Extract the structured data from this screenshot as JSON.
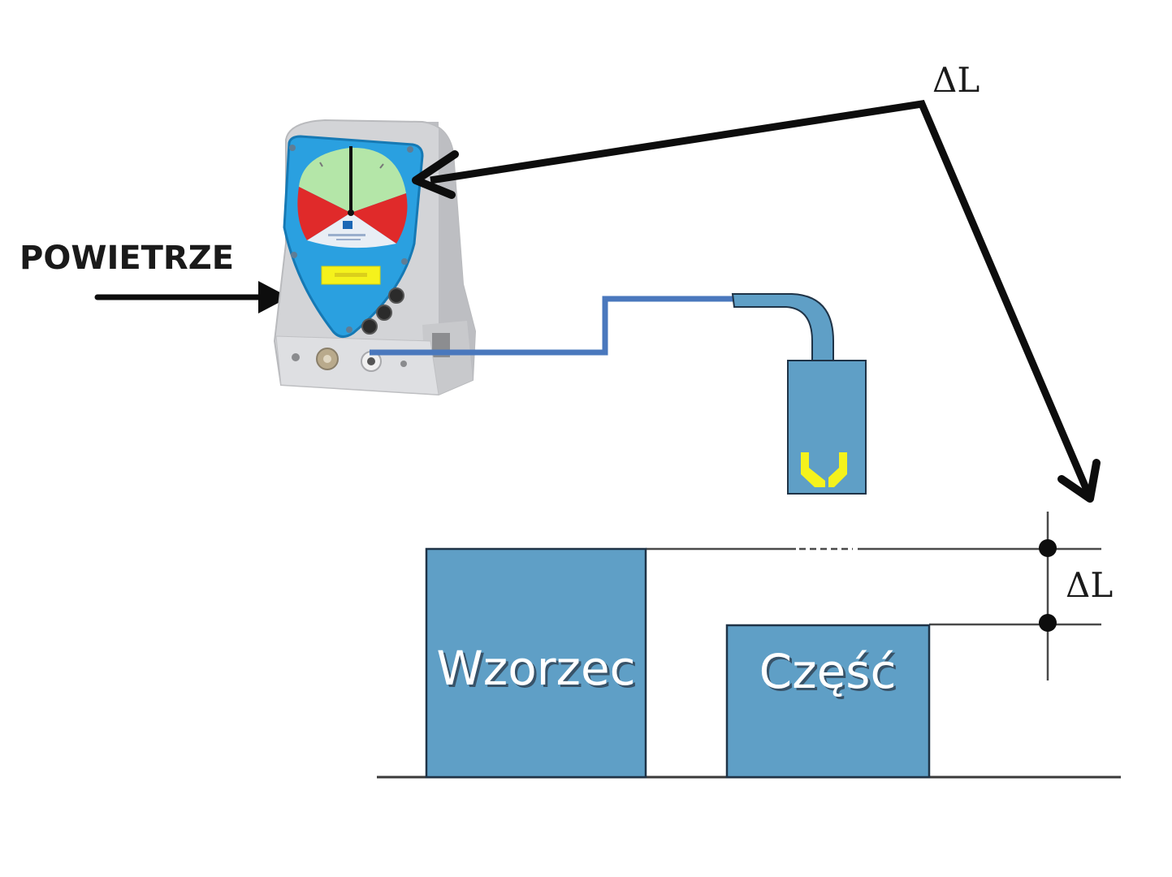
{
  "diagram": {
    "title": "Air gauge measuring principle",
    "labels": {
      "air_input": "POWIETRZE",
      "delta_top": "ΔL",
      "delta_dimension": "ΔL",
      "master_block": "Wzorzec",
      "part_block": "Część"
    },
    "components": [
      {
        "id": "air-gauge-unit",
        "description": "Pneumatic column gauge with green/red dial"
      },
      {
        "id": "air-hose",
        "description": "Blue air hose from gauge to probe"
      },
      {
        "id": "measuring-probe",
        "description": "Blue air probe with yellow nozzle jaws"
      },
      {
        "id": "master-block",
        "label_ref": "master_block"
      },
      {
        "id": "part-block",
        "label_ref": "part_block"
      }
    ],
    "gauge_dial": {
      "zones": [
        "green",
        "red",
        "red"
      ],
      "needle_position": "center"
    },
    "colors": {
      "block_fill": "#5f9fc6",
      "block_stroke": "#1f3347",
      "probe_fill": "#5f9fc6",
      "hose": "#4a78bd",
      "gauge_frame": "#2aa0e0",
      "gauge_body": "#d4d5d8",
      "dial_green": "#b4e6a8",
      "dial_red": "#e02a2a",
      "nozzle_yellow": "#f5f21c",
      "arrow": "#0d0d0d",
      "line": "#4a4a4a"
    }
  }
}
